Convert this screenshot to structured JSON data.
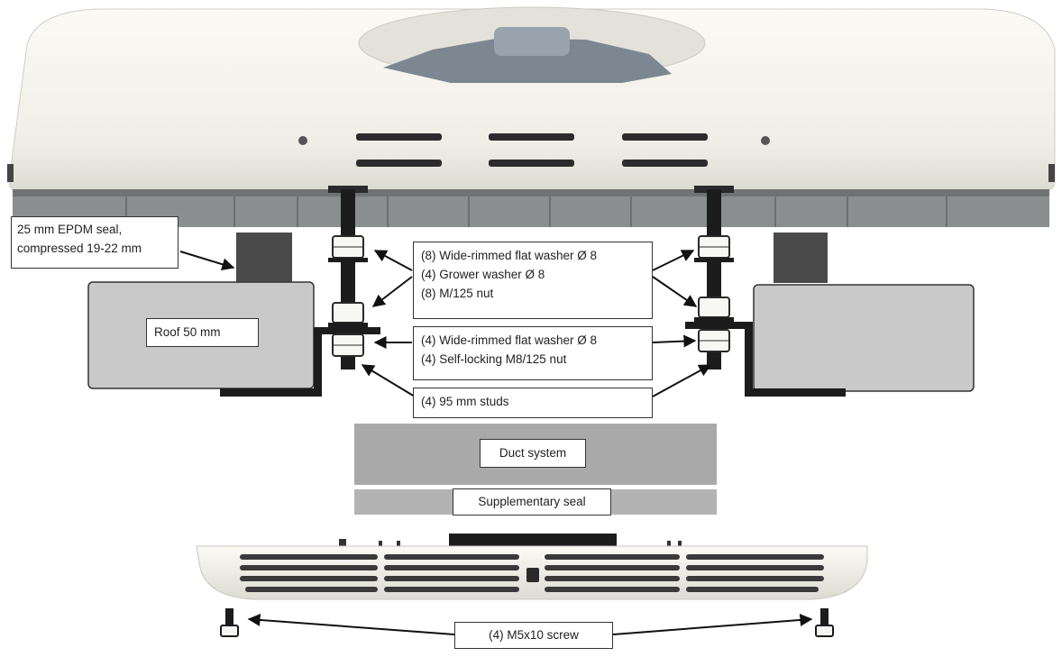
{
  "labels": {
    "seal": [
      "25 mm EPDM seal,",
      "compressed 19-22 mm"
    ],
    "roof": "Roof 50 mm",
    "upper_hardware": [
      "(8) Wide-rimmed flat washer Ø 8",
      "(4) Grower washer Ø 8",
      "(8) M/125 nut"
    ],
    "lower_hardware": [
      "(4) Wide-rimmed flat washer Ø 8",
      "(4) Self-locking M8/125 nut"
    ],
    "studs": "(4) 95 mm studs",
    "duct": "Duct system",
    "supplementary_seal": "Supplementary seal",
    "screws": "(4) M5x10 screw"
  },
  "colors": {
    "unit_body": "#f2f1ea",
    "roof": "#c9c9c9",
    "duct": "#a9a9a9",
    "metal_dark": "#1c1c1c",
    "grille": "#3a3a3a"
  }
}
